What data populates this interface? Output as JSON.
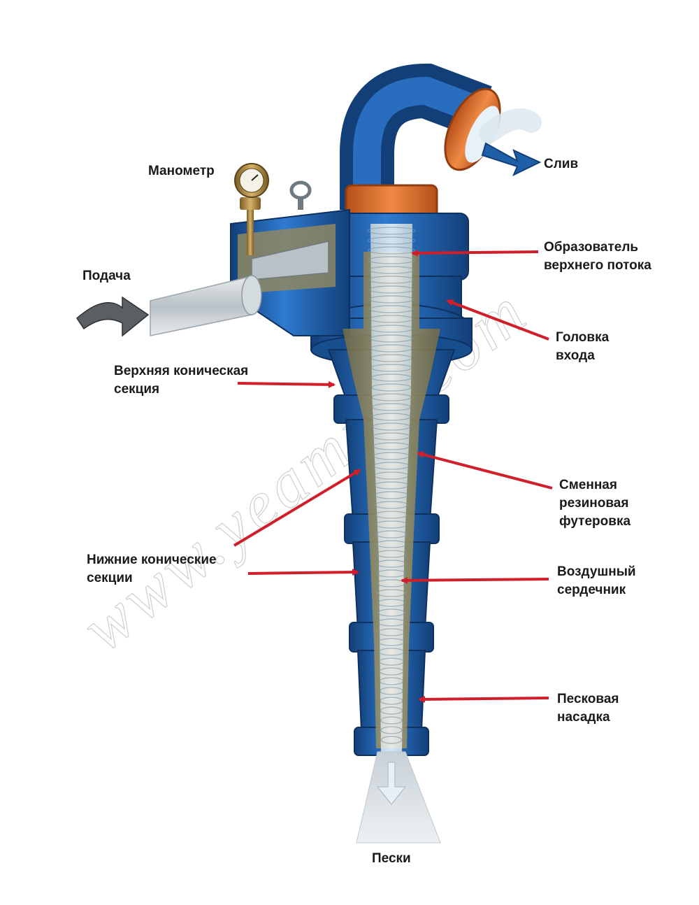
{
  "labels": {
    "manometer": "Манометр",
    "feed": "Подача",
    "overflow": "Слив",
    "vortex_finder": [
      "Образователь",
      "верхнего потока"
    ],
    "inlet_head": [
      "Головка",
      "входа"
    ],
    "upper_cone": [
      "Верхняя коническая",
      "секция"
    ],
    "lower_cones": [
      "Нижние конические",
      "секции"
    ],
    "liner": [
      "Сменная",
      "резиновая",
      "футеровка"
    ],
    "air_core": [
      "Воздушный",
      "сердечник"
    ],
    "apex": [
      "Песковая",
      "насадка"
    ],
    "underflow": "Пески"
  },
  "watermark": "www.yeamist.com",
  "colors": {
    "body_blue": "#1f5fa8",
    "body_dark": "#123f78",
    "liner_olive": "#8f8760",
    "flange_orange": "#d96a2a",
    "arrow_red": "#d01f2a",
    "label_text": "#1a1a1a"
  }
}
